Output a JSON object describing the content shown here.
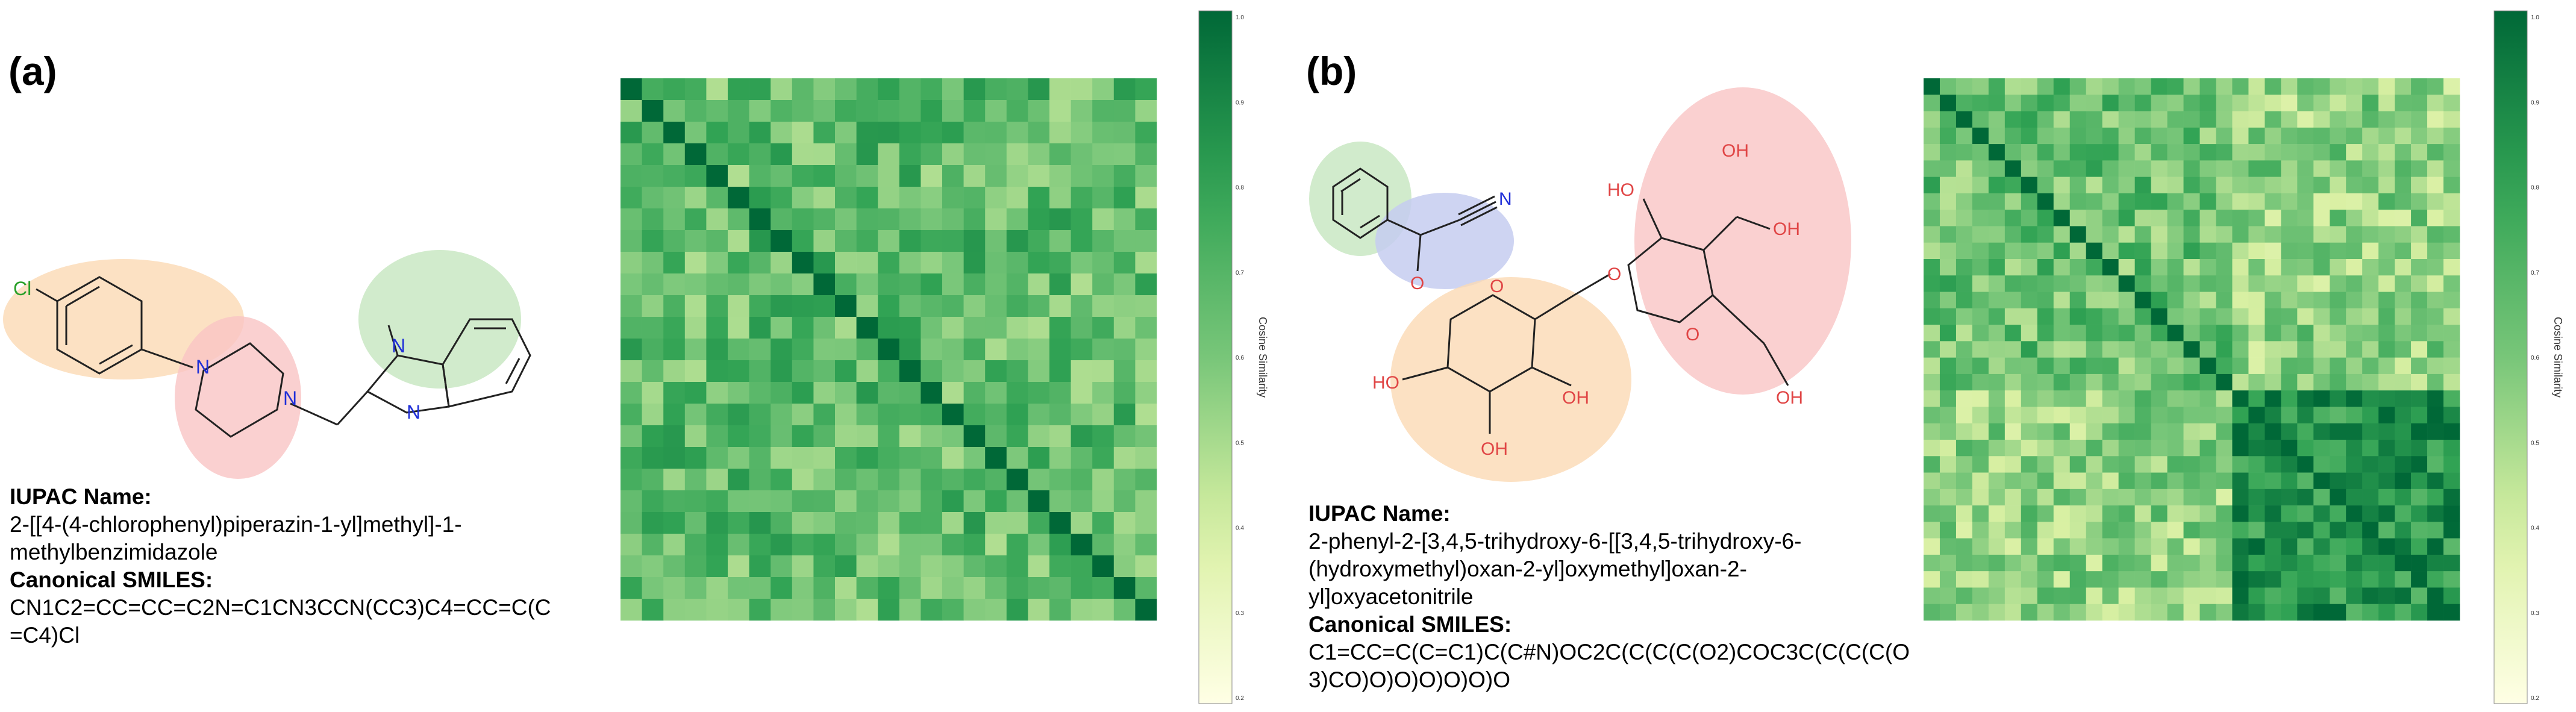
{
  "panels": [
    {
      "label": "(a)",
      "iupac_label": "IUPAC Name:",
      "iupac_name": "2-[[4-(4-chlorophenyl)piperazin-1-yl]methyl]-1-methylbenzimidazole",
      "smiles_label": "Canonical SMILES:",
      "smiles": "CN1C2=CC=CC=C2N=C1CN3CCN(CC3)C4=CC=C(C=C4)Cl",
      "atom_labels": [
        "Cl",
        "N",
        "N",
        "N",
        "N"
      ],
      "region_colors": [
        "#fbd9b4",
        "#f9c4c4",
        "#c9e8c3"
      ],
      "colorbar": {
        "title": "Cosine Similarity",
        "ticks": [
          "1.0",
          "0.9",
          "0.8",
          "0.7",
          "0.6",
          "0.5",
          "0.4",
          "0.3",
          "0.2"
        ]
      },
      "heatmap": {
        "rows": 25,
        "cols": 25,
        "colormap": "YlGn"
      }
    },
    {
      "label": "(b)",
      "iupac_label": "IUPAC Name:",
      "iupac_name": "2-phenyl-2-[3,4,5-trihydroxy-6-[[3,4,5-trihydroxy-6-(hydroxymethyl)oxan-2-yl]oxymethyl]oxan-2-yl]oxyacetonitrile",
      "smiles_label": "Canonical SMILES:",
      "smiles": "C1=CC=C(C=C1)C(C#N)OC2C(C(C(C(O2)COC3C(C(C(C(O3)CO)O)O)O)O)O)O",
      "atom_labels": [
        "N",
        "O",
        "O",
        "O",
        "HO",
        "OH",
        "OH",
        "OH",
        "OH",
        "HO",
        "OH",
        "O"
      ],
      "region_colors": [
        "#c9e8c3",
        "#c5cdf0",
        "#f9c4c4",
        "#fbd9b4"
      ],
      "colorbar": {
        "title": "Cosine Similarity",
        "ticks": [
          "1.0",
          "0.9",
          "0.8",
          "0.7",
          "0.6",
          "0.5",
          "0.4",
          "0.3",
          "0.2"
        ]
      },
      "heatmap": {
        "rows": 33,
        "cols": 33,
        "colormap": "YlGn"
      }
    }
  ]
}
